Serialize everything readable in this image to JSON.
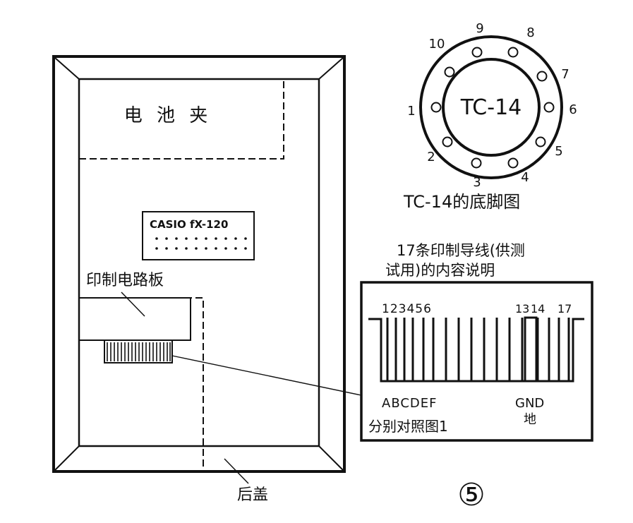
{
  "device": {
    "battery_label": "电 池 夹",
    "chip_label": "CASIO fX-120",
    "pcb_label": "印制电路板",
    "back_cover_label": "后盖"
  },
  "tc14": {
    "center_label": "TC-14",
    "caption": "TC-14的底脚图",
    "pins": [
      "1",
      "2",
      "3",
      "4",
      "5",
      "6",
      "7",
      "8",
      "9",
      "10"
    ]
  },
  "leads": {
    "title_line1": "17条印制导线(供测",
    "title_line2": "试用)的内容说明",
    "numbers_left": "123456",
    "number_13": "13",
    "number_14": "14",
    "number_17": "17",
    "letters": "ABCDEF",
    "gnd": "GND",
    "gnd_cn": "地",
    "footer": "分别对照图1"
  },
  "figure_number": "⑤",
  "colors": {
    "ink": "#111111",
    "paper": "#ffffff"
  }
}
